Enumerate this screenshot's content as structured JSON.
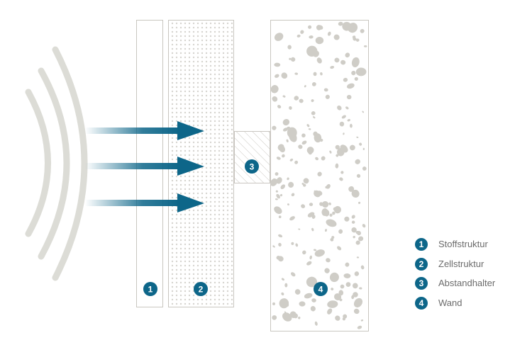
{
  "colors": {
    "accent": "#0d6689",
    "wave": "#dcdcd6",
    "border": "#c9c6c0",
    "stone": "#cfcdc7"
  },
  "badges": {
    "b1": "1",
    "b2": "2",
    "b3": "3",
    "b4": "4"
  },
  "legend": [
    {
      "number": "1",
      "label": "Stoffstruktur"
    },
    {
      "number": "2",
      "label": "Zellstruktur"
    },
    {
      "number": "3",
      "label": "Abstandhalter"
    },
    {
      "number": "4",
      "label": "Wand"
    }
  ]
}
